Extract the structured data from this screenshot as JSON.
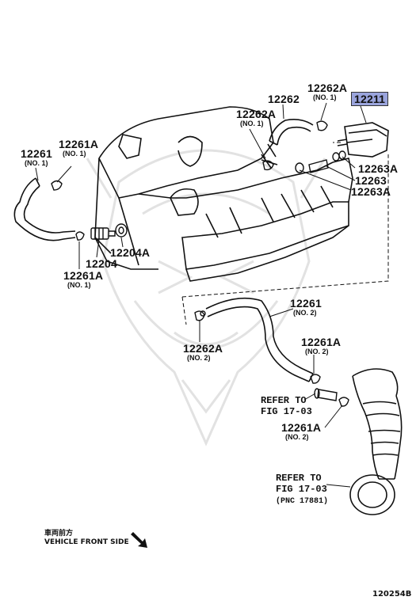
{
  "parts": {
    "p12211": "12211",
    "p12262a_top": "12262A",
    "p12262a_top_sub": "(NO. 1)",
    "p12262": "12262",
    "p12262a_left": "12262A",
    "p12262a_left_sub": "(NO. 1)",
    "p12261_left": "12261",
    "p12261_left_sub": "(NO. 1)",
    "p12261a_left": "12261A",
    "p12261a_left_sub": "(NO. 1)",
    "p12263a_1": "12263A",
    "p12263": "12263",
    "p12263a_2": "12263A",
    "p12204a": "12204A",
    "p12204": "12204",
    "p12261a_bottom": "12261A",
    "p12261a_bottom_sub": "(NO. 1)",
    "p12261_no2": "12261",
    "p12261_no2_sub": "(NO. 2)",
    "p12262a_no2": "12262A",
    "p12262a_no2_sub": "(NO. 2)",
    "p12261a_no2_a": "12261A",
    "p12261a_no2_a_sub": "(NO. 2)",
    "p12261a_no2_b": "12261A",
    "p12261a_no2_b_sub": "(NO. 2)"
  },
  "refs": {
    "ref1_line1": "REFER TO",
    "ref1_line2": "FIG 17-03",
    "ref2_line1": "REFER TO",
    "ref2_line2": "FIG 17-03",
    "ref2_line3": "(PNC 17881)"
  },
  "front": {
    "japanese": "車両前方",
    "english": "VEHICLE FRONT SIDE"
  },
  "illustration_id": "120254B",
  "colors": {
    "highlight": "#9aa4dc",
    "ink": "#111111",
    "watermark": "#e4e4e4"
  }
}
